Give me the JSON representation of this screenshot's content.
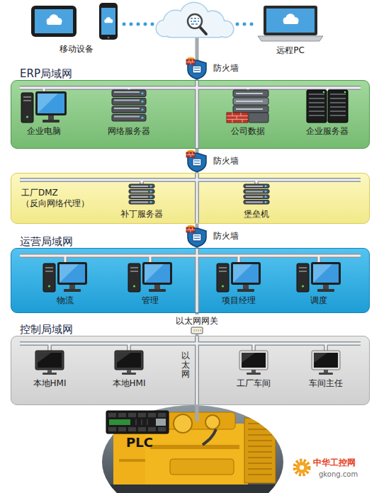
{
  "diagram": {
    "nodes": [
      {
        "text": [
          "移动设备"
        ]
      },
      {
        "text": [
          "远程PC"
        ]
      },
      {
        "text": [
          "防火墙"
        ]
      },
      {
        "text": [
          "ERP局域网"
        ]
      },
      {
        "text": [
          "企业电脑"
        ],
        "in": 3
      },
      {
        "text": [
          "网络服务器"
        ],
        "in": 3
      },
      {
        "text": [
          "公司数据"
        ],
        "in": 3
      },
      {
        "text": [
          "企业服务器"
        ],
        "in": 3
      },
      {
        "text": [
          "防火墙"
        ]
      },
      {
        "text": [
          "工厂DMZ （反向网络代理）"
        ]
      },
      {
        "text": [
          "补丁服务器"
        ],
        "in": 9
      },
      {
        "text": [
          "堡垒机"
        ],
        "in": 9
      },
      {
        "text": [
          "防火墙"
        ]
      },
      {
        "text": [
          "运营局域网"
        ]
      },
      {
        "text": [
          "物流"
        ],
        "in": 13
      },
      {
        "text": [
          "管理"
        ],
        "in": 13
      },
      {
        "text": [
          "项目经理"
        ],
        "in": 13
      },
      {
        "text": [
          "调度"
        ],
        "in": 13
      },
      {
        "text": [
          "以太网网关"
        ]
      },
      {
        "text": [
          "控制局域网"
        ]
      },
      {
        "text": [
          "本地HMI"
        ],
        "in": 19
      },
      {
        "text": [
          "本地HMI"
        ],
        "in": 19
      },
      {
        "text": [
          "工厂车间"
        ],
        "in": 19
      },
      {
        "text": [
          "车间主任"
        ],
        "in": 19
      },
      {
        "text": [
          "PLC"
        ]
      }
    ],
    "edges": [
      {
        "from": 0,
        "to": 1,
        "arrow": "none"
      },
      {
        "from": 2,
        "to": 3,
        "arrow": "none"
      },
      {
        "from": 3,
        "to": 8,
        "arrow": "none"
      },
      {
        "from": 8,
        "to": 9,
        "arrow": "none"
      },
      {
        "from": 9,
        "to": 12,
        "arrow": "none"
      },
      {
        "from": 12,
        "to": 13,
        "arrow": "none"
      },
      {
        "from": 13,
        "to": 18,
        "arrow": "none"
      },
      {
        "from": 18,
        "to": 19,
        "arrow": "none"
      },
      {
        "from": 19,
        "to": 24,
        "arrow": "none"
      }
    ],
    "labels": [
      "以太网",
      "中华工控网",
      "gkong.com"
    ]
  }
}
